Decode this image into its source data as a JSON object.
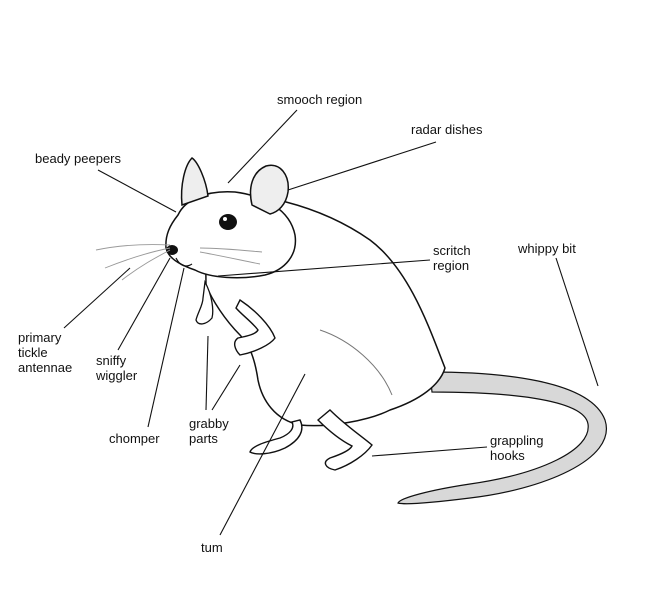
{
  "diagram": {
    "labels": {
      "smooch": "smooch region",
      "radar": "radar dishes",
      "beady": "beady peepers",
      "scritch": "scritch\nregion",
      "whippy": "whippy bit",
      "primary": "primary\ntickle\nantennae",
      "sniffy": "sniffy\nwiggler",
      "chomper": "chomper",
      "grabby": "grabby\nparts",
      "grappling": "grappling\nhooks",
      "tum": "tum"
    },
    "colors": {
      "ink": "#111111",
      "tail_fill": "#d8d8d8",
      "body_fill": "#ffffff",
      "ear_inner": "#eeeeee"
    }
  }
}
